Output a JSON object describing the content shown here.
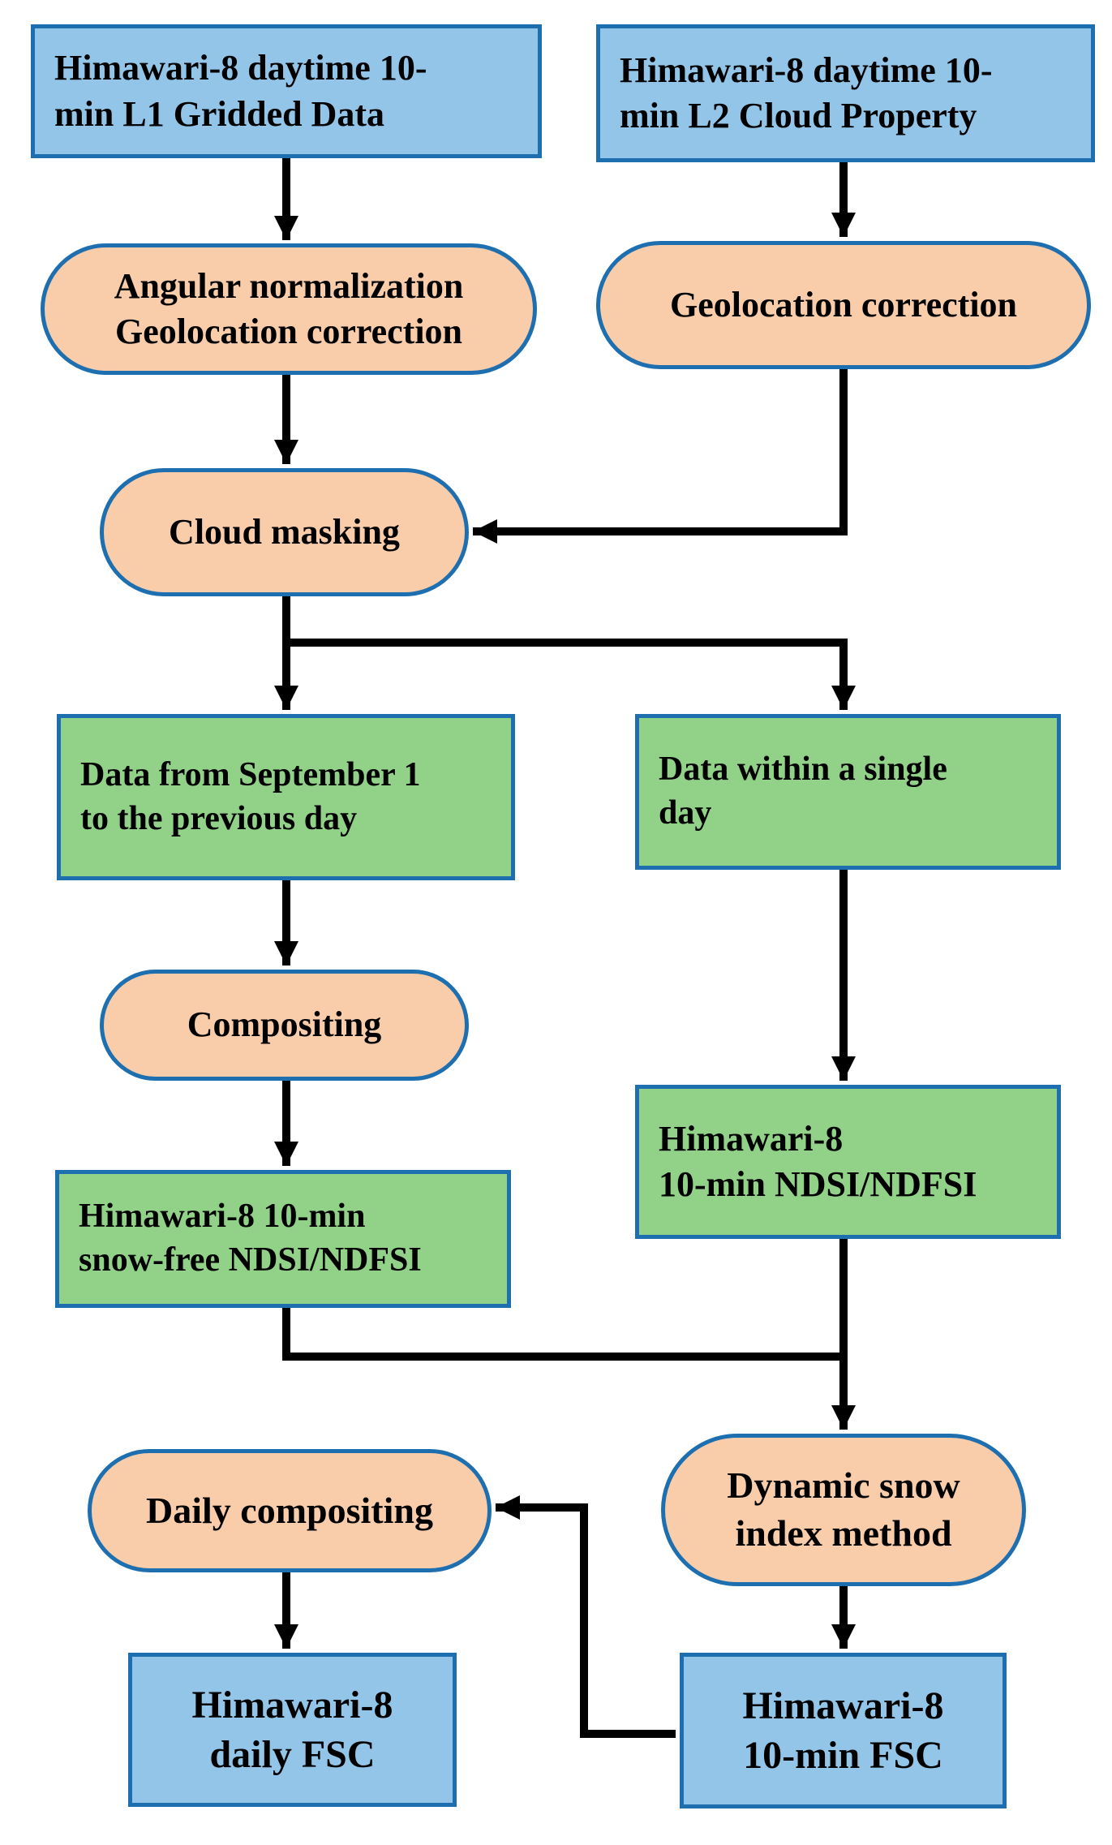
{
  "diagram": {
    "colors": {
      "data_fill": "#93C5E8",
      "intermediate_fill": "#92D288",
      "process_fill": "#F9CCAA",
      "border": "#1E6FB0",
      "arrow": "#000000"
    },
    "nodes": {
      "l1_data": {
        "shape": "rectangle",
        "line1": "Himawari-8 daytime 10-",
        "line2": "min L1 Gridded Data"
      },
      "l2_cloud": {
        "shape": "rectangle",
        "line1": "Himawari-8 daytime 10-",
        "line2": "min L2 Cloud Property"
      },
      "angular_norm": {
        "shape": "rounded",
        "line1": "Angular normalization",
        "line2": "Geolocation correction"
      },
      "geoloc_corr": {
        "shape": "rounded",
        "line1": "Geolocation correction"
      },
      "cloud_masking": {
        "shape": "rounded",
        "line1": "Cloud masking"
      },
      "data_from_sept": {
        "shape": "rectangle",
        "line1": "Data from September 1",
        "line2": "to the previous day"
      },
      "data_single_day": {
        "shape": "rectangle",
        "line1": "Data within a single",
        "line2": "day"
      },
      "compositing": {
        "shape": "rounded",
        "line1": "Compositing"
      },
      "snowfree_ndsi": {
        "shape": "rectangle",
        "line1": "Himawari-8 10-min",
        "line2": "snow-free NDSI/NDFSI"
      },
      "ndsi_10min": {
        "shape": "rectangle",
        "line1": "Himawari-8",
        "line2": "10-min NDSI/NDFSI"
      },
      "dynamic_snow": {
        "shape": "rounded",
        "line1": "Dynamic snow",
        "line2": "index method"
      },
      "daily_compositing": {
        "shape": "rounded",
        "line1": "Daily compositing"
      },
      "daily_fsc": {
        "shape": "rectangle",
        "line1": "Himawari-8",
        "line2": "daily FSC"
      },
      "fsc_10min": {
        "shape": "rectangle",
        "line1": "Himawari-8",
        "line2": "10-min FSC"
      }
    },
    "edges": [
      {
        "from": "l1_data",
        "to": "angular_norm"
      },
      {
        "from": "l2_cloud",
        "to": "geoloc_corr"
      },
      {
        "from": "angular_norm",
        "to": "cloud_masking"
      },
      {
        "from": "geoloc_corr",
        "to": "cloud_masking"
      },
      {
        "from": "cloud_masking",
        "to": "data_from_sept"
      },
      {
        "from": "cloud_masking",
        "to": "data_single_day"
      },
      {
        "from": "data_from_sept",
        "to": "compositing"
      },
      {
        "from": "compositing",
        "to": "snowfree_ndsi"
      },
      {
        "from": "data_single_day",
        "to": "ndsi_10min"
      },
      {
        "from": "snowfree_ndsi",
        "to": "dynamic_snow"
      },
      {
        "from": "ndsi_10min",
        "to": "dynamic_snow"
      },
      {
        "from": "dynamic_snow",
        "to": "fsc_10min"
      },
      {
        "from": "fsc_10min",
        "to": "daily_compositing"
      },
      {
        "from": "daily_compositing",
        "to": "daily_fsc"
      }
    ]
  }
}
